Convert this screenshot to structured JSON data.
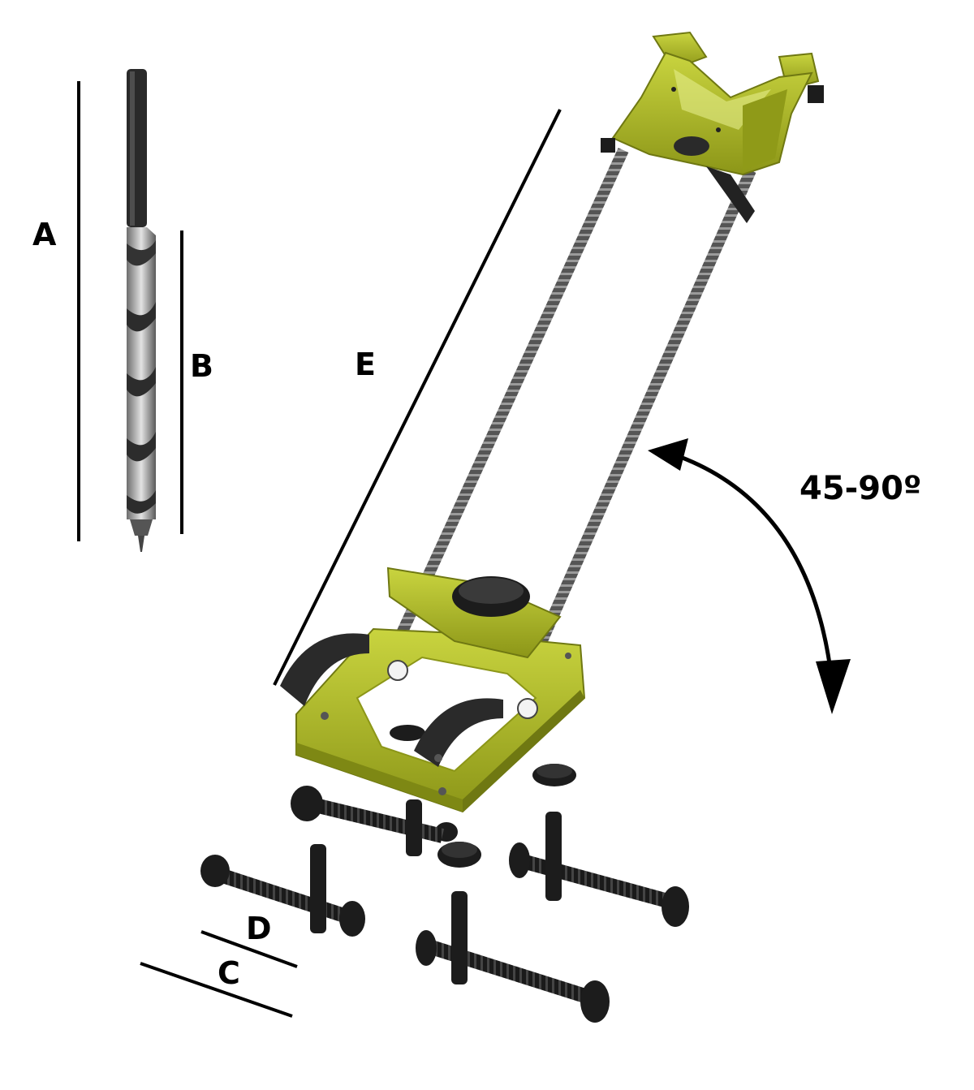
{
  "labels": {
    "A": "A",
    "B": "B",
    "C": "C",
    "D": "D",
    "E": "E",
    "angle": "45-90º"
  },
  "colors": {
    "frame": "#9aa51c",
    "frame_light": "#c7d23a",
    "frame_dark": "#6f7812",
    "rod": "#7a7a7a",
    "rod_dark": "#3c3c3c",
    "hardware": "#1c1c1c",
    "bit_steel": "#b9b9b9",
    "line": "#000000"
  }
}
